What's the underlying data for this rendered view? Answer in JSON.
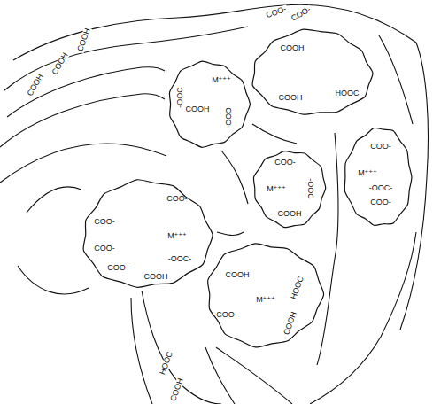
{
  "diagram": {
    "nodes": [
      {
        "text": [
          "COOH",
          "COOH",
          "HOOC"
        ]
      },
      {
        "text": [
          "M⁺⁺⁺",
          "-OOC",
          "COOH",
          "COO-"
        ]
      },
      {
        "text": [
          "COO-",
          "M⁺⁺⁺",
          "-OOC",
          "COOH"
        ]
      },
      {
        "text": [
          "COO-",
          "M⁺⁺⁺",
          "-OOC-",
          "COO-"
        ]
      },
      {
        "text": [
          "COO-",
          "COO-",
          "M⁺⁺⁺",
          "COO-",
          "-OOC-",
          "COO-",
          "COOH"
        ]
      },
      {
        "text": [
          "COOH",
          "M⁺⁺⁺",
          "HOOC",
          "COO-",
          "COOH"
        ]
      }
    ],
    "labels": [
      "COO-",
      "COO-",
      "COOH",
      "COOH",
      "COOH",
      "HOOC",
      "COOH"
    ]
  }
}
